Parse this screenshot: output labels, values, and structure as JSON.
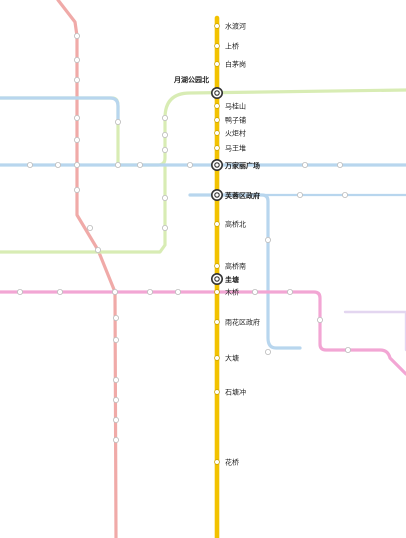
{
  "map": {
    "colors": {
      "highlight_line": "#f2c200",
      "pink_line": "#f2a6d4",
      "blue_line": "#b8d6ee",
      "green_line": "#d8ecb4",
      "salmon_line": "#f0aaa8",
      "lavender_line": "#e3d6f0",
      "station_fill": "#ffffff",
      "transfer_stroke": "#333333",
      "label": "#222222"
    },
    "highlight_line": {
      "stations": [
        {
          "name": "水渡河",
          "transfer": false
        },
        {
          "name": "上桥",
          "transfer": false
        },
        {
          "name": "白茅岗",
          "transfer": false
        },
        {
          "name": "月湖公园北",
          "transfer": true
        },
        {
          "name": "马桂山",
          "transfer": false
        },
        {
          "name": "鸭子铺",
          "transfer": false
        },
        {
          "name": "火炬村",
          "transfer": false
        },
        {
          "name": "马王堆",
          "transfer": false
        },
        {
          "name": "万家丽广场",
          "transfer": true
        },
        {
          "name": "芙蓉区政府",
          "transfer": true
        },
        {
          "name": "高桥北",
          "transfer": false
        },
        {
          "name": "高桥南",
          "transfer": false
        },
        {
          "name": "圭塘",
          "transfer": true
        },
        {
          "name": "木桥",
          "transfer": false
        },
        {
          "name": "雨花区政府",
          "transfer": false
        },
        {
          "name": "大塘",
          "transfer": false
        },
        {
          "name": "石塘冲",
          "transfer": false
        },
        {
          "name": "花桥",
          "transfer": false
        }
      ]
    }
  }
}
